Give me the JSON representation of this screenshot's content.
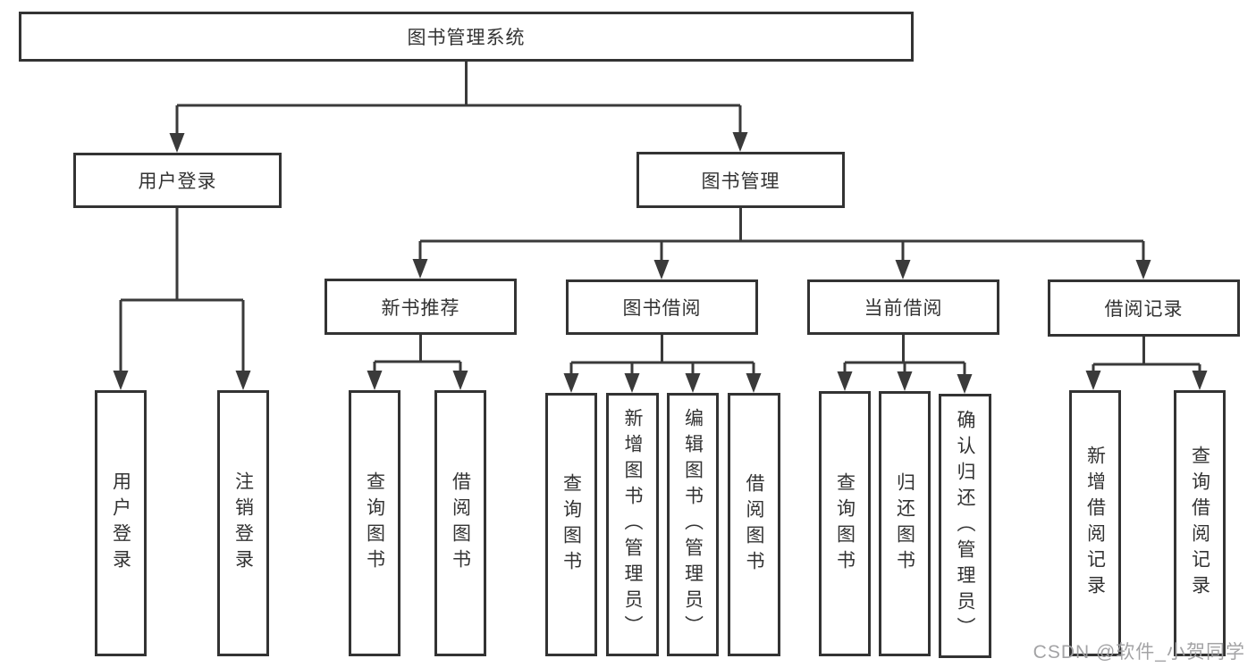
{
  "root": {
    "label": "图书管理系统"
  },
  "login": {
    "label": "用户登录",
    "children": [
      {
        "label": "用户登录"
      },
      {
        "label": "注销登录"
      }
    ]
  },
  "management": {
    "label": "图书管理",
    "sections": [
      {
        "label": "新书推荐",
        "children": [
          {
            "label": "查询图书"
          },
          {
            "label": "借阅图书"
          }
        ]
      },
      {
        "label": "图书借阅",
        "children": [
          {
            "label": "查询图书"
          },
          {
            "label": "新增图书（管理员）"
          },
          {
            "label": "编辑图书（管理员）"
          },
          {
            "label": "借阅图书"
          }
        ]
      },
      {
        "label": "当前借阅",
        "children": [
          {
            "label": "查询图书"
          },
          {
            "label": "归还图书"
          },
          {
            "label": "确认归还（管理员）"
          }
        ]
      },
      {
        "label": "借阅记录",
        "children": [
          {
            "label": "新增借阅记录"
          },
          {
            "label": "查询借阅记录"
          }
        ]
      }
    ]
  },
  "watermark": "CSDN @软件_小贺同学",
  "colors": {
    "line": "#3a3a3a",
    "box_border": "#333333",
    "text": "#333333",
    "watermark": "#9e9ea0"
  }
}
